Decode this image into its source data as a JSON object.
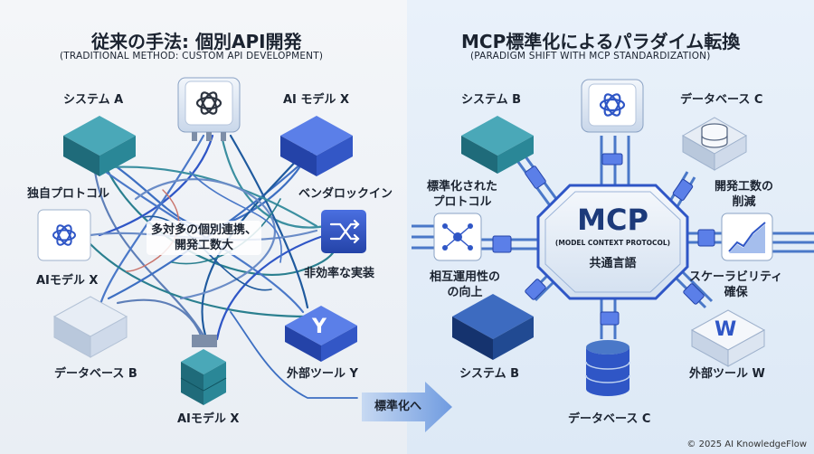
{
  "left": {
    "title": "従来の手法: 個別API開発",
    "subtitle": "(TRADITIONAL METHOD: CUSTOM API DEVELOPMENT)",
    "labels": {
      "system_a": "システム A",
      "ai_model_x_top": "AI モデル X",
      "proprietary_protocol": "独自プロトコル",
      "vendor_lockin": "ベンダロックイン",
      "ai_model_x_left": "AIモデル X",
      "inefficient": "非効率な実装",
      "database_b": "データベース B",
      "external_tool_y": "外部ツール Y",
      "ai_model_x_bottom": "AIモデル X"
    },
    "center_note_line1": "多対多の個別連携、",
    "center_note_line2": "開発工数大",
    "y_icon_letter": "Y"
  },
  "arrow_label": "標準化へ",
  "right": {
    "title": "MCP標準化によるパラダイム転換",
    "subtitle": "(PARADIGM SHIFT WITH MCP STANDARDIZATION)",
    "labels": {
      "system_b_top": "システム B",
      "database_c_top": "データベース C",
      "standard_protocol_1": "標準化された",
      "standard_protocol_2": "プロトコル",
      "reduce_dev_1": "開発工数の",
      "reduce_dev_2": "削減",
      "interop_1": "相互運用性の",
      "interop_2": "の向上",
      "scalability_1": "スケーラビリティ",
      "scalability_2": "確保",
      "system_b_bottom": "システム B",
      "external_tool_w": "外部ツール W",
      "database_c_bottom": "データベース C"
    },
    "hub_title": "MCP",
    "hub_sub": "(MODEL CONTEXT PROTOCOL)",
    "hub_label": "共通言語",
    "w_icon_letter": "W"
  },
  "copyright": "© 2025 AI KnowledgeFlow",
  "colors": {
    "teal": "#2a7f8f",
    "blue": "#2f56c6",
    "navy": "#1c3a7a",
    "light_blue": "#dbe8f7",
    "cable_blue": "#4a78c8"
  }
}
